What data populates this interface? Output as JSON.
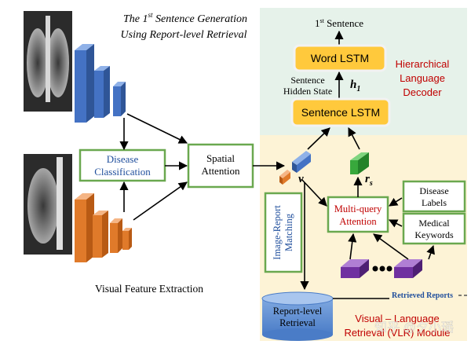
{
  "title_line1": "The 1",
  "title_sup": "st",
  "title_line1_rest": " Sentence Generation",
  "title_line2": "Using Report-level Retrieval",
  "first_sentence": "1",
  "first_sentence_sup": "st",
  "first_sentence_rest": " Sentence",
  "word_lstm": "Word LSTM",
  "sentence_lstm": "Sentence LSTM",
  "sentence_hidden_state_1": "Sentence",
  "sentence_hidden_state_2": "Hidden State",
  "h1_symbol": "h",
  "h1_sub": "1",
  "decoder_label_1": "Hierarchical",
  "decoder_label_2": "Language",
  "decoder_label_3": "Decoder",
  "disease_classification_1": "Disease",
  "disease_classification_2": "Classification",
  "spatial_attention_1": "Spatial",
  "spatial_attention_2": "Attention",
  "v_symbol": "v",
  "rs_symbol": "r",
  "rs_sub": "s",
  "multi_query_1": "Multi-query",
  "multi_query_2": "Attention",
  "disease_labels_1": "Disease",
  "disease_labels_2": "Labels",
  "medical_keywords_1": "Medical",
  "medical_keywords_2": "Keywords",
  "image_report_matching_1": "Image-Report",
  "image_report_matching_2": "Matching",
  "report_level_retrieval_1": "Report-level",
  "report_level_retrieval_2": "Retrieval",
  "retrieved_reports": "Retrieved Reports",
  "vlr_label_1": "Visual – Language",
  "vlr_label_2": "Retrieval (VLR) Module",
  "visual_feature_extraction": "Visual Feature Extraction",
  "watermark": "知乎 @夕小瑶",
  "colors": {
    "green_panel": "#e6f2ea",
    "yellow_panel": "#fdf3d6",
    "lstm_fill": "#ffc93c",
    "box_border": "#6aa84f",
    "red_text": "#c00000",
    "blue_text": "#1f4e9c",
    "blue_block": "#4472c4",
    "orange_block": "#e07a2a",
    "purple_block": "#7030a0",
    "green_block": "#38a83c"
  }
}
